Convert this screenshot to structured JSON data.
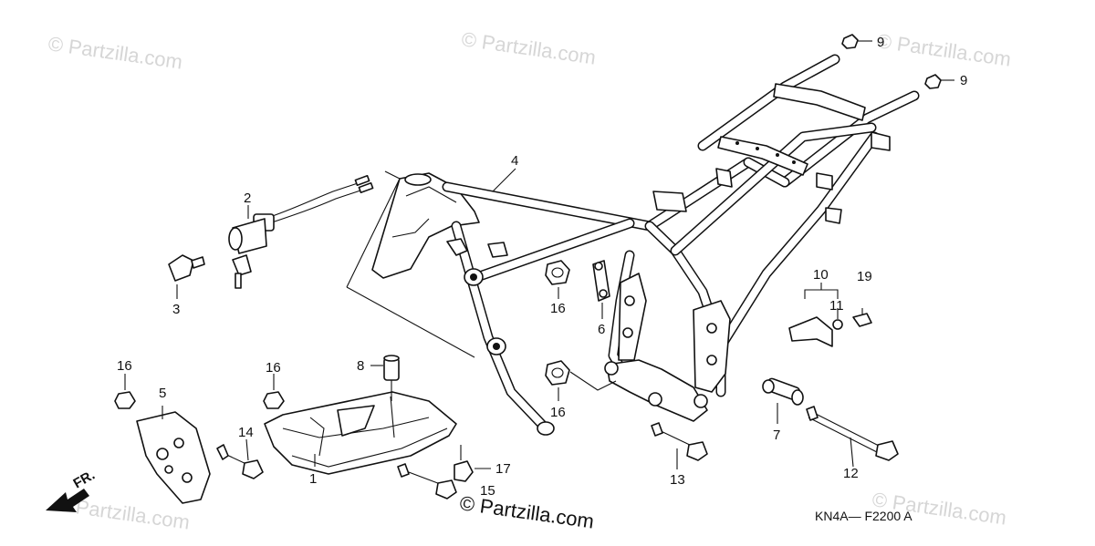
{
  "callouts": {
    "c1": "1",
    "c2": "2",
    "c3": "3",
    "c4": "4",
    "c5": "5",
    "c6": "6",
    "c7": "7",
    "c8": "8",
    "c9a": "9",
    "c9b": "9",
    "c10": "10",
    "c11": "11",
    "c12": "12",
    "c13": "13",
    "c14": "14",
    "c15": "15",
    "c16a": "16",
    "c16b": "16",
    "c16c": "16",
    "c16d": "16",
    "c17": "17",
    "c19": "19"
  },
  "watermarks": {
    "w1": "© Partzilla.com",
    "w2": "© Partzilla.com",
    "w3": "© Partzilla.com",
    "w4": "© Partzilla.com",
    "w5": "© Partzilla.com"
  },
  "brand_text": "© Partzilla.com",
  "direction_label": "FR.",
  "diagram_code": "KN4A— F2200  A"
}
